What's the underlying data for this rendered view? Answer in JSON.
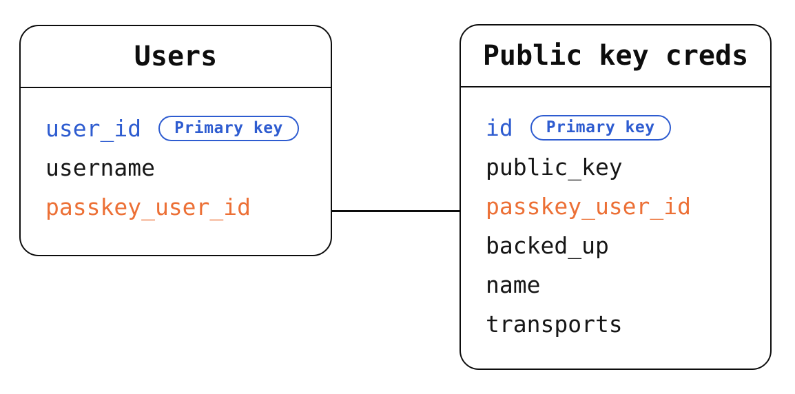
{
  "tables": [
    {
      "title": "Users",
      "fields": [
        {
          "name": "user_id",
          "badge": "Primary key"
        },
        {
          "name": "username"
        },
        {
          "name": "passkey_user_id"
        }
      ]
    },
    {
      "title": "Public key creds",
      "fields": [
        {
          "name": "id",
          "badge": "Primary key"
        },
        {
          "name": "public_key"
        },
        {
          "name": "passkey_user_id"
        },
        {
          "name": "backed_up"
        },
        {
          "name": "name"
        },
        {
          "name": "transports"
        }
      ]
    }
  ],
  "relationship": {
    "from_table": "Users",
    "from_field": "passkey_user_id",
    "to_table": "Public key creds",
    "to_field": "passkey_user_id"
  },
  "colors": {
    "primary_key_accent": "#2e5cd0",
    "foreign_key_accent": "#ec7036",
    "line": "#0d0d0d",
    "background": "#ffffff"
  }
}
